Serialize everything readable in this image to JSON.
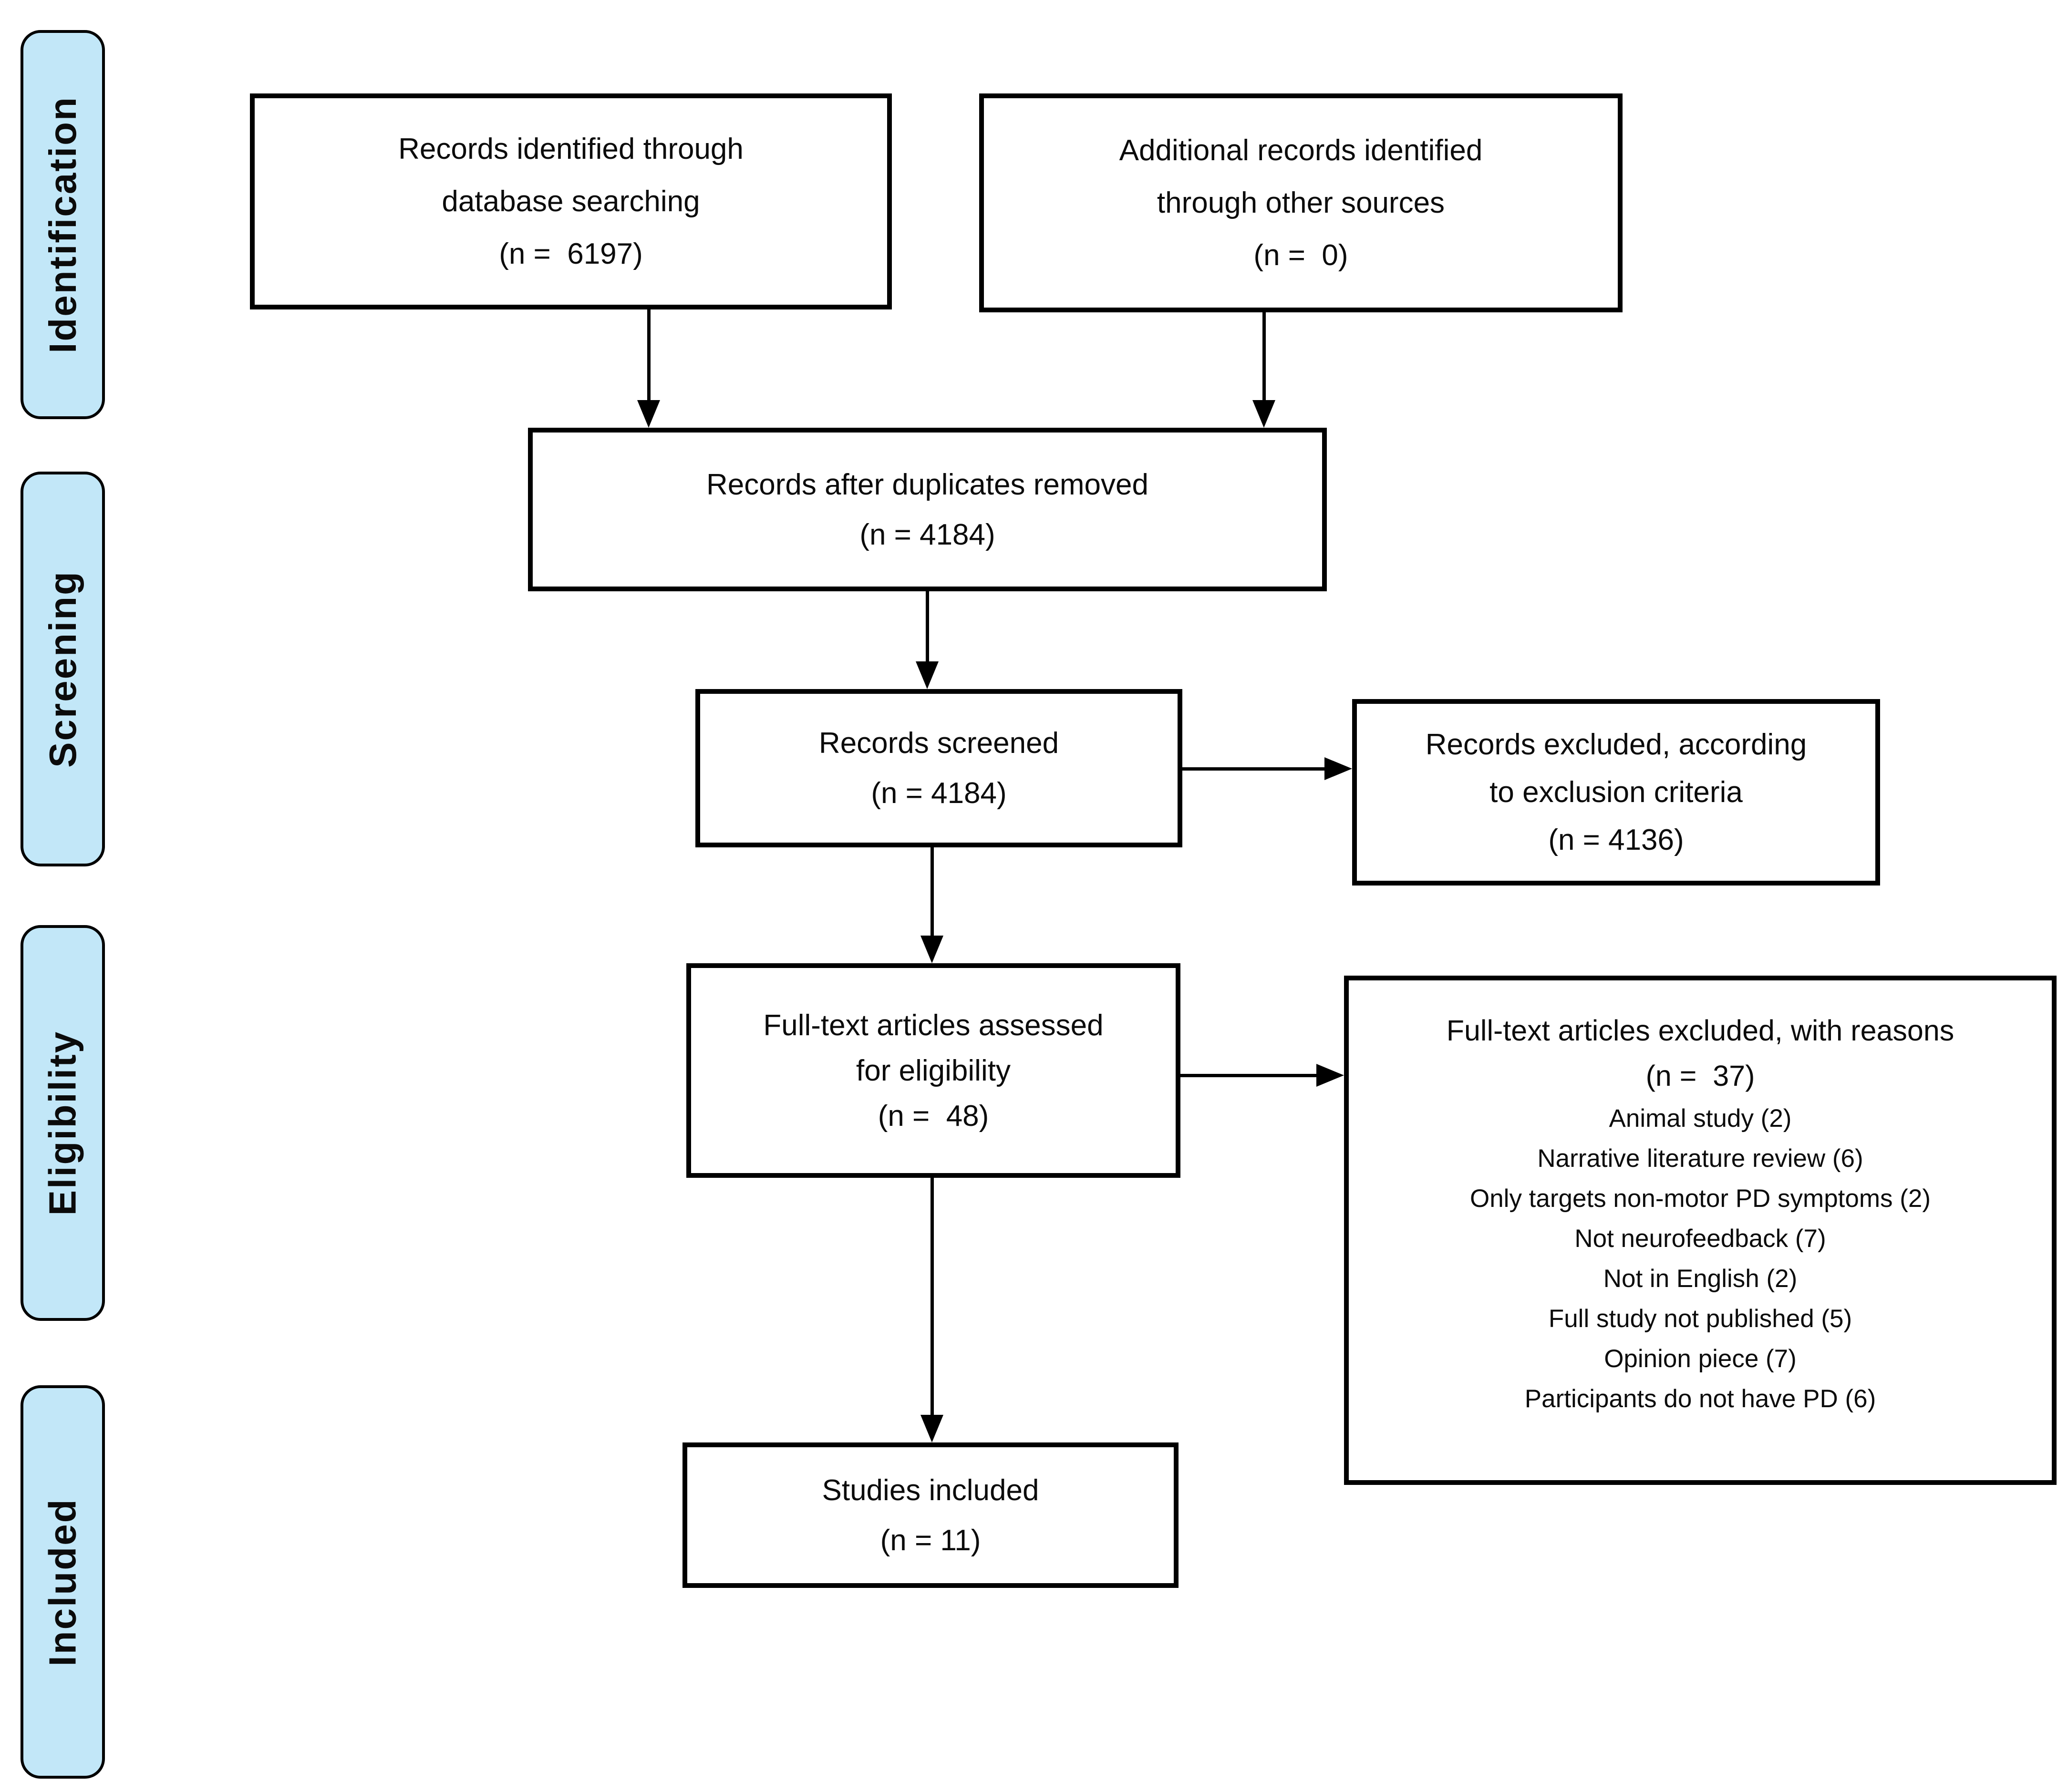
{
  "diagram": {
    "type": "prisma-flow",
    "colors": {
      "stage_fill": "#C2E7F8",
      "stage_border": "#000000",
      "box_fill": "#FFFFFF",
      "box_border": "#000000",
      "arrow": "#000000",
      "text": "#0B0B0B",
      "background": "#FFFFFF"
    },
    "stages": [
      {
        "id": "identification",
        "label": "Identification"
      },
      {
        "id": "screening",
        "label": "Screening"
      },
      {
        "id": "eligibility",
        "label": "Eligibility"
      },
      {
        "id": "included",
        "label": "Included"
      }
    ],
    "boxes": [
      {
        "id": "records-identified",
        "lines": [
          "Records identified through",
          "database searching",
          "(n =  6197)"
        ]
      },
      {
        "id": "additional-records",
        "lines": [
          "Additional records identified",
          "through other sources",
          "(n =  0)"
        ]
      },
      {
        "id": "duplicates-removed",
        "lines": [
          "Records after duplicates removed",
          "(n = 4184)"
        ]
      },
      {
        "id": "records-screened",
        "lines": [
          "Records screened",
          "(n = 4184)"
        ]
      },
      {
        "id": "records-excluded",
        "lines": [
          "Records excluded, according",
          "to exclusion criteria",
          "(n = 4136)"
        ]
      },
      {
        "id": "fulltext-assessed",
        "lines": [
          "Full-text articles assessed",
          "for eligibility",
          "(n =  48)"
        ]
      },
      {
        "id": "fulltext-excluded",
        "title": "Full-text articles excluded, with reasons",
        "n": "(n =  37)",
        "reasons": [
          "Animal study (2)",
          "Narrative literature review (6)",
          "Only targets non-motor PD symptoms (2)",
          "Not neurofeedback (7)",
          "Not in English (2)",
          "Full study not published (5)",
          "Opinion piece (7)",
          "Participants do not have PD (6)"
        ]
      },
      {
        "id": "studies-included",
        "lines": [
          "Studies included",
          "(n = 11)"
        ]
      }
    ]
  }
}
